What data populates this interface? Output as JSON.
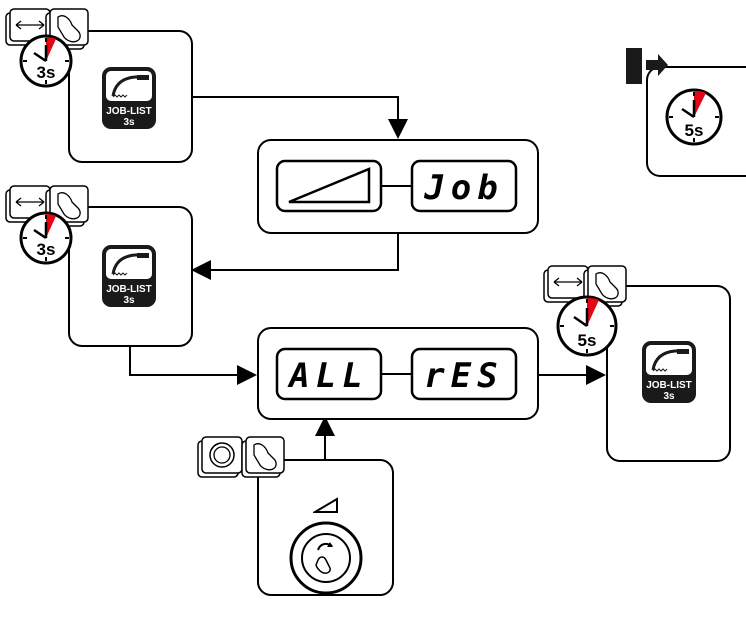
{
  "displays": {
    "top_left_icon": "ramp-icon",
    "top_right": "Job",
    "bottom_left": "ALL",
    "bottom_right": "rES"
  },
  "timers": {
    "t1": "3s",
    "t2": "3s",
    "t3": "5s",
    "t4": "5s"
  },
  "job_list": {
    "line1": "JOB-LIST",
    "line2": "3s"
  },
  "colors": {
    "stroke": "#000000",
    "timer_wedge": "#e30613",
    "icon_bg": "#1a1a1a"
  }
}
